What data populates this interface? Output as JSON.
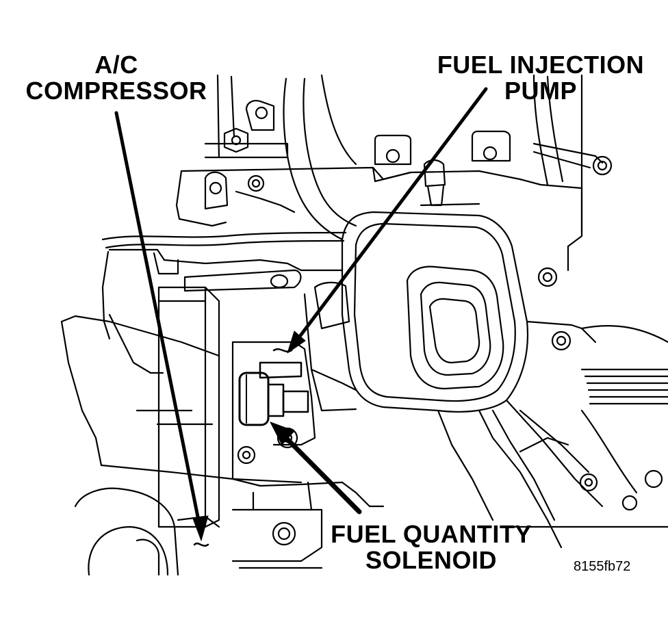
{
  "labels": {
    "ac_compressor": {
      "line1": "A/C",
      "line2": "COMPRESSOR"
    },
    "fuel_injection_pump": {
      "line1": "FUEL INJECTION",
      "line2": "PUMP"
    },
    "fuel_quantity_solenoid": {
      "line1": "FUEL QUANTITY",
      "line2": "SOLENOID"
    },
    "figure_id": "8155fb72"
  },
  "colors": {
    "ink": "#000000",
    "paper": "#ffffff"
  }
}
